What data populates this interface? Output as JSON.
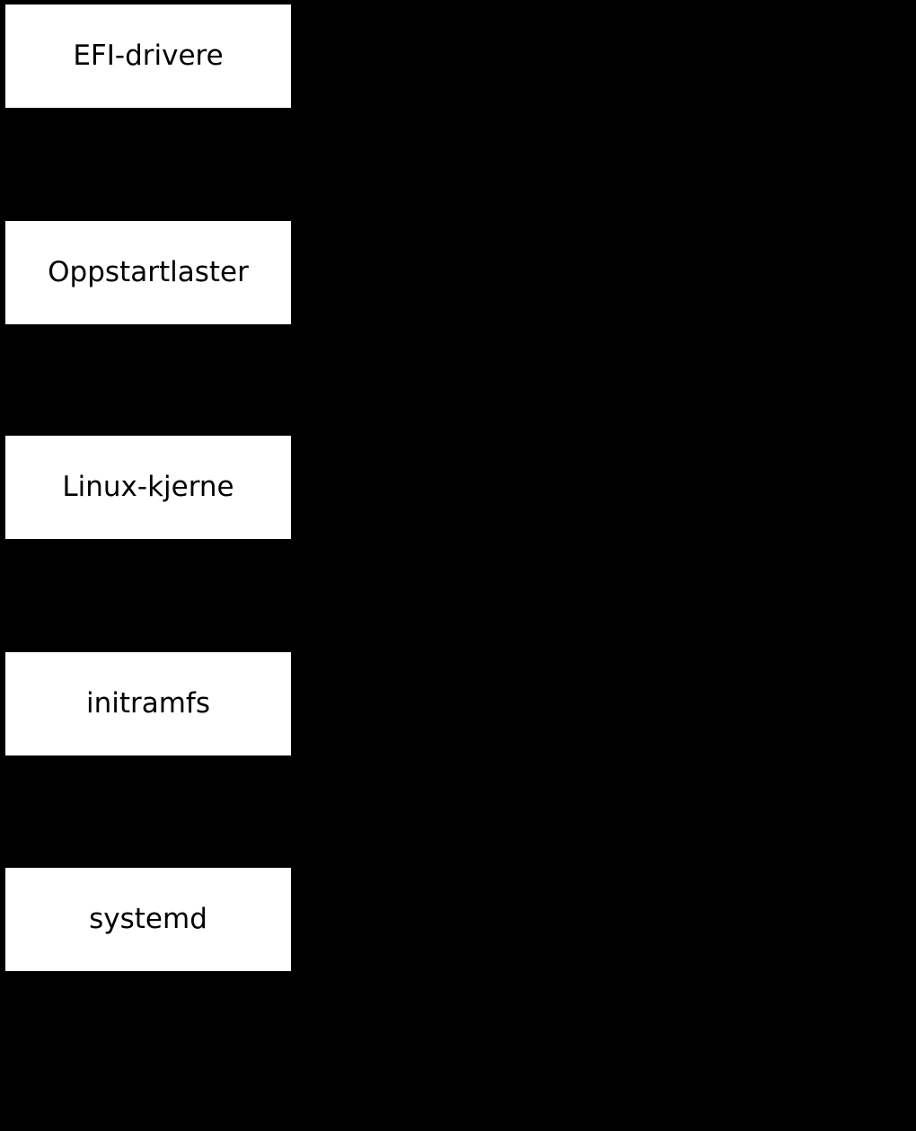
{
  "diagram": {
    "description": "Vertical boot-sequence flowchart on black background",
    "background_color": "#000000",
    "node_fill_color": "#ffffff",
    "node_text_color": "#000000",
    "nodes": [
      {
        "id": "efi-drivere",
        "label": "EFI-drivere"
      },
      {
        "id": "oppstartlaster",
        "label": "Oppstartlaster"
      },
      {
        "id": "linux-kjerne",
        "label": "Linux-kjerne"
      },
      {
        "id": "initramfs",
        "label": "initramfs"
      },
      {
        "id": "systemd",
        "label": "systemd"
      }
    ]
  }
}
